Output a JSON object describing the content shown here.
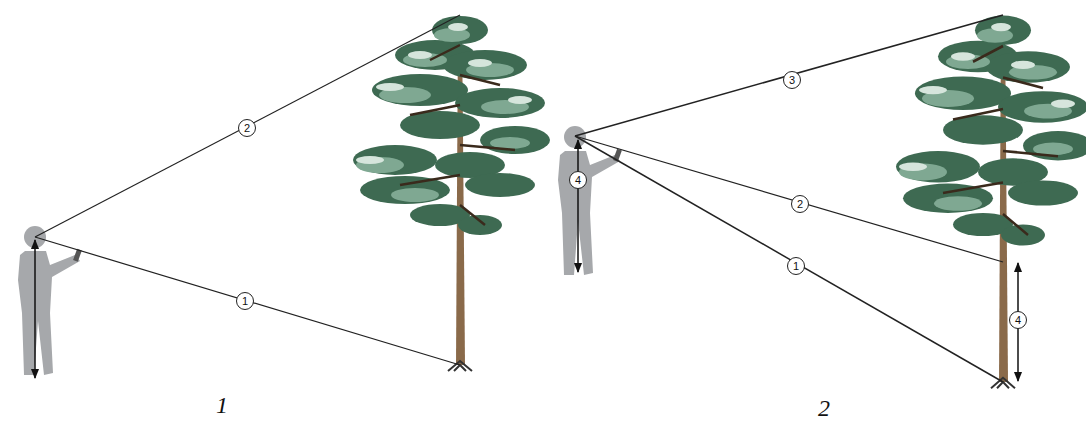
{
  "diagram": {
    "labels": [
      "2",
      "1",
      "1",
      "3",
      "4",
      "2",
      "1",
      "4",
      "2"
    ]
  }
}
